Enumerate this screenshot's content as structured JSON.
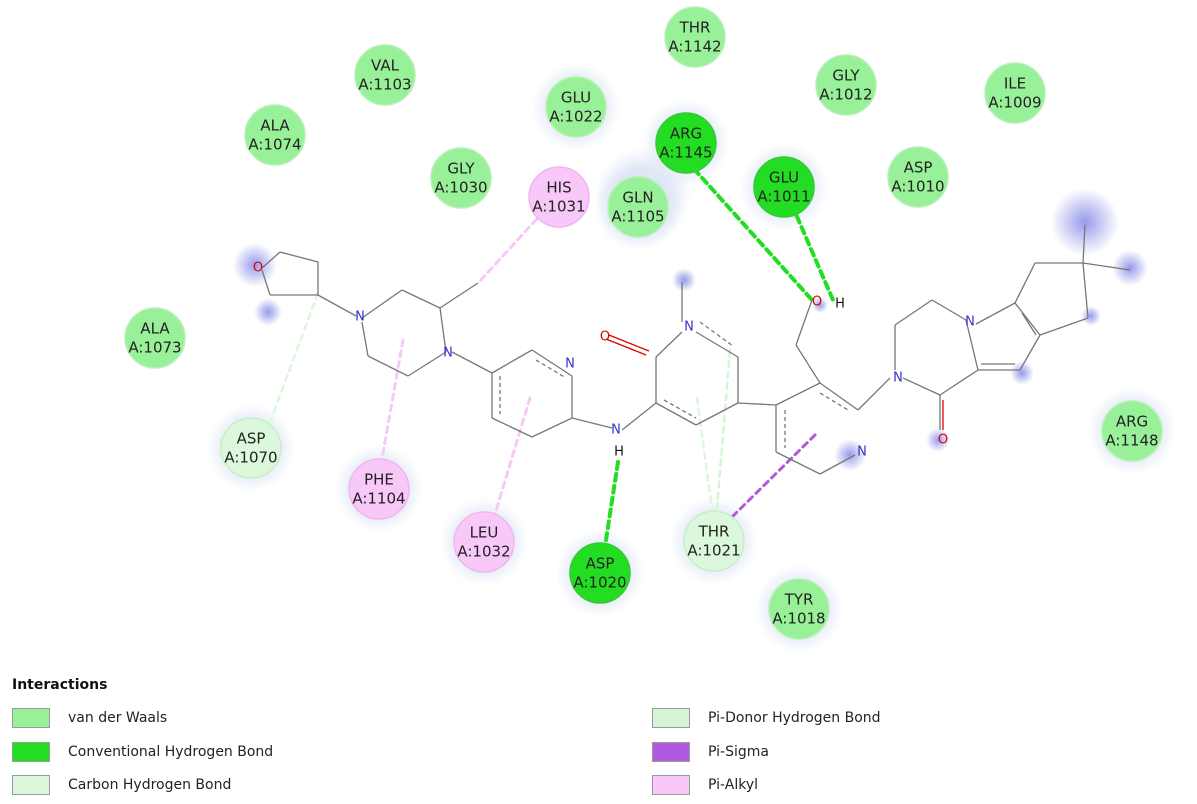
{
  "colors": {
    "vdw": "#98f098",
    "hbond": "#22dd22",
    "carbon_h": "#dcf8dc",
    "pi_donor": "#d6f5d6",
    "pi_sigma": "#b05ae0",
    "pi_alkyl": "#f8c8f8",
    "halo": "#e6eef8",
    "blue_halo": "#9aa0ee",
    "bond": "#777777",
    "nitrogen": "#3333cc",
    "oxygen": "#dd0000"
  },
  "residues": [
    {
      "id": "thr1142",
      "name": "THR",
      "num": "A:1142",
      "type": "vdw"
    },
    {
      "id": "val1103",
      "name": "VAL",
      "num": "A:1103",
      "type": "vdw"
    },
    {
      "id": "gly1012",
      "name": "GLY",
      "num": "A:1012",
      "type": "vdw"
    },
    {
      "id": "ile1009",
      "name": "ILE",
      "num": "A:1009",
      "type": "vdw"
    },
    {
      "id": "glu1022",
      "name": "GLU",
      "num": "A:1022",
      "type": "vdw"
    },
    {
      "id": "ala1074",
      "name": "ALA",
      "num": "A:1074",
      "type": "vdw"
    },
    {
      "id": "arg1145",
      "name": "ARG",
      "num": "A:1145",
      "type": "hbond"
    },
    {
      "id": "gly1030",
      "name": "GLY",
      "num": "A:1030",
      "type": "vdw"
    },
    {
      "id": "his1031",
      "name": "HIS",
      "num": "A:1031",
      "type": "pi_alkyl"
    },
    {
      "id": "glu1011",
      "name": "GLU",
      "num": "A:1011",
      "type": "hbond"
    },
    {
      "id": "asp1010",
      "name": "ASP",
      "num": "A:1010",
      "type": "vdw"
    },
    {
      "id": "gln1105",
      "name": "GLN",
      "num": "A:1105",
      "type": "vdw"
    },
    {
      "id": "ala1073",
      "name": "ALA",
      "num": "A:1073",
      "type": "vdw"
    },
    {
      "id": "arg1148",
      "name": "ARG",
      "num": "A:1148",
      "type": "vdw"
    },
    {
      "id": "asp1070",
      "name": "ASP",
      "num": "A:1070",
      "type": "carbon_h"
    },
    {
      "id": "phe1104",
      "name": "PHE",
      "num": "A:1104",
      "type": "pi_alkyl"
    },
    {
      "id": "leu1032",
      "name": "LEU",
      "num": "A:1032",
      "type": "pi_alkyl"
    },
    {
      "id": "asp1020",
      "name": "ASP",
      "num": "A:1020",
      "type": "hbond"
    },
    {
      "id": "thr1021",
      "name": "THR",
      "num": "A:1021",
      "type": "carbon_h"
    },
    {
      "id": "tyr1018",
      "name": "TYR",
      "num": "A:1018",
      "type": "vdw"
    }
  ],
  "atom_labels": {
    "oxygen": "O",
    "nitrogen": "N",
    "hydrogen": "H"
  },
  "legend": {
    "title": "Interactions",
    "items": [
      {
        "label": "van der Waals",
        "type": "vdw"
      },
      {
        "label": "Conventional Hydrogen Bond",
        "type": "hbond"
      },
      {
        "label": "Carbon Hydrogen Bond",
        "type": "carbon_h"
      },
      {
        "label": "Pi-Donor Hydrogen Bond",
        "type": "pi_donor"
      },
      {
        "label": "Pi-Sigma",
        "type": "pi_sigma"
      },
      {
        "label": "Pi-Alkyl",
        "type": "pi_alkyl"
      }
    ]
  }
}
